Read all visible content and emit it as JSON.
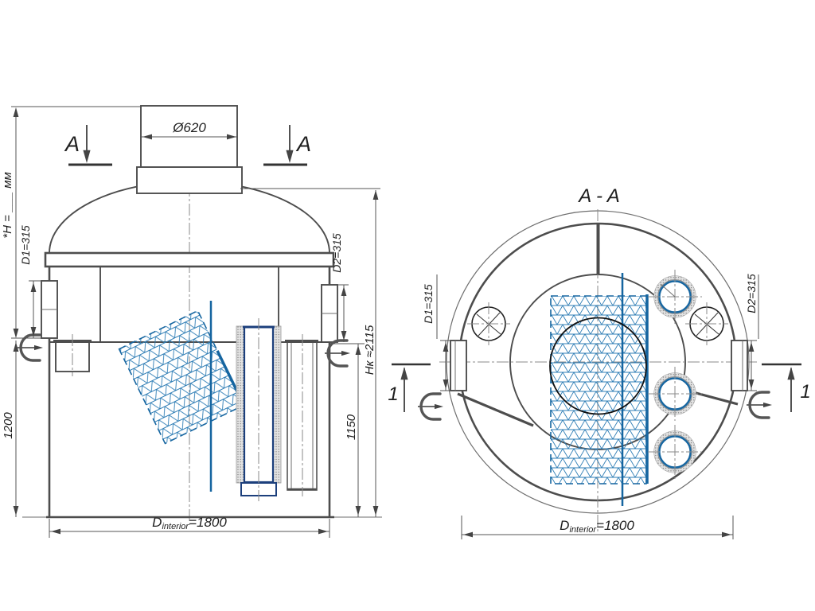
{
  "colors": {
    "accent_blue": "#1565a0",
    "dark_blue": "#1c3f7c",
    "mesh_blue": "#2e7db5",
    "line_gray": "#4d4d4d"
  },
  "left_view": {
    "section_marker": "A",
    "top_nozzle_diameter": "Ø620",
    "height_note": "*H = ___ мм",
    "inlet_label": "D1=315",
    "outlet_label": "D2=315",
    "total_height": "Hк ≈2115",
    "outlet_invert_height": "1150",
    "inlet_invert_height": "1200",
    "inner_diameter": {
      "symbol": "D",
      "subscript": "interior",
      "value": "=1800"
    }
  },
  "section_view": {
    "title": "A - A",
    "inlet_label": "D1=315",
    "outlet_label": "D2=315",
    "cut_marker": "1",
    "inner_diameter": {
      "symbol": "D",
      "subscript": "interior",
      "value": "=1800"
    }
  }
}
